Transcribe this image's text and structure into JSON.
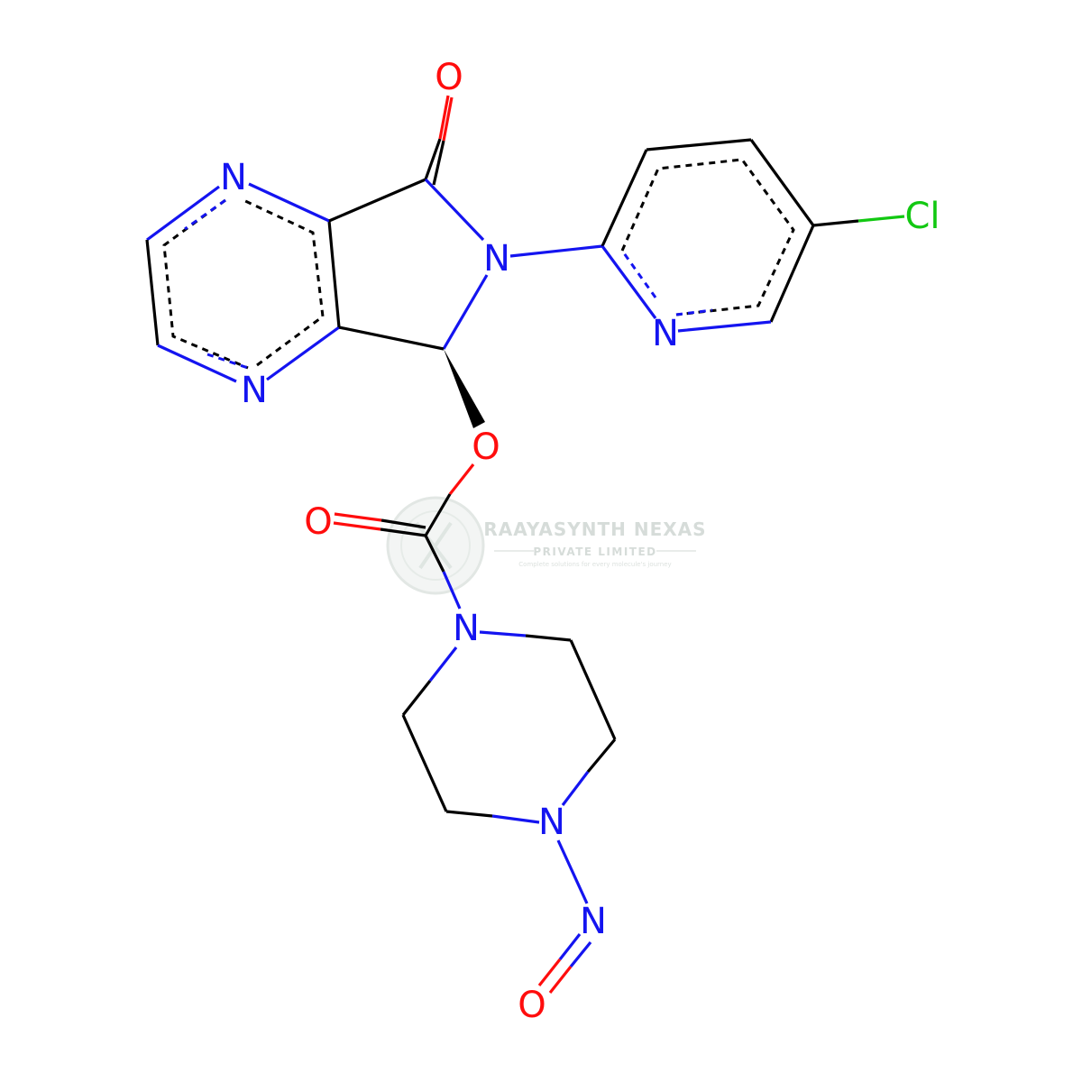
{
  "structure": {
    "atoms": {
      "O_keto": {
        "label": "O",
        "color": "#ff0d0d"
      },
      "N_pz1": {
        "label": "N",
        "color": "#1414f0"
      },
      "N_lactam": {
        "label": "N",
        "color": "#1414f0"
      },
      "N_pz2": {
        "label": "N",
        "color": "#1414f0"
      },
      "N_py": {
        "label": "N",
        "color": "#1414f0"
      },
      "Cl": {
        "label": "Cl",
        "color": "#12c812"
      },
      "O_ester": {
        "label": "O",
        "color": "#ff0d0d"
      },
      "O_carbonyl": {
        "label": "O",
        "color": "#ff0d0d"
      },
      "N_pip1": {
        "label": "N",
        "color": "#1414f0"
      },
      "N_pip4": {
        "label": "N",
        "color": "#1414f0"
      },
      "N_nitroso": {
        "label": "N",
        "color": "#1414f0"
      },
      "O_nitroso": {
        "label": "O",
        "color": "#ff0d0d"
      }
    },
    "bond_color": "#000000"
  },
  "watermark": {
    "company": "RAAYASYNTH NEXAS",
    "subtitle": "PRIVATE LIMITED",
    "tagline": "Complete solutions for every molecule's journey"
  }
}
